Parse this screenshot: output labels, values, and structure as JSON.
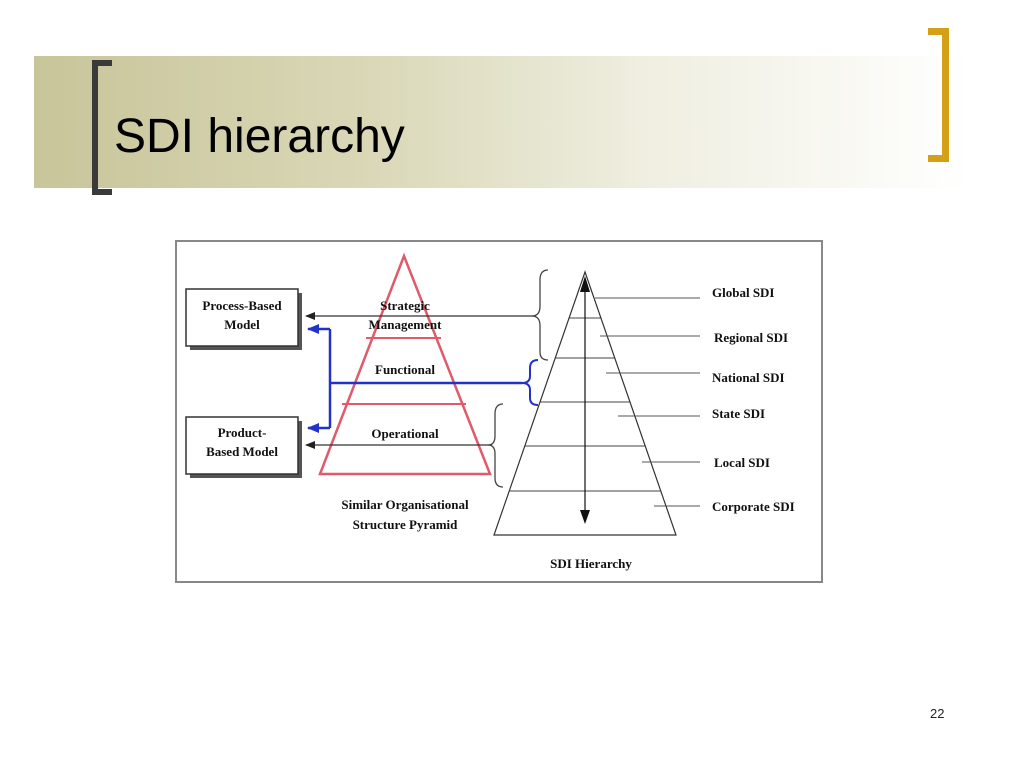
{
  "slide": {
    "title": "SDI hierarchy",
    "page_number": "22"
  },
  "diagram": {
    "models": {
      "process_line1": "Process-Based",
      "process_line2": "Model",
      "product_line1": "Product-",
      "product_line2": "Based Model"
    },
    "org_pyramid": {
      "levels": {
        "strategic_line1": "Strategic",
        "strategic_line2": "Management",
        "functional": "Functional",
        "operational": "Operational"
      },
      "caption_line1": "Similar Organisational",
      "caption_line2": "Structure Pyramid"
    },
    "sdi_pyramid": {
      "levels": {
        "global": "Global SDI",
        "regional": "Regional SDI",
        "national": "National SDI",
        "state": "State SDI",
        "local": "Local SDI",
        "corporate": "Corporate SDI"
      },
      "caption": "SDI Hierarchy"
    },
    "colors": {
      "org_pyramid": "#e05a6a",
      "connector_blue": "#2233cc",
      "title_bracket_gold": "#d4a017"
    }
  }
}
